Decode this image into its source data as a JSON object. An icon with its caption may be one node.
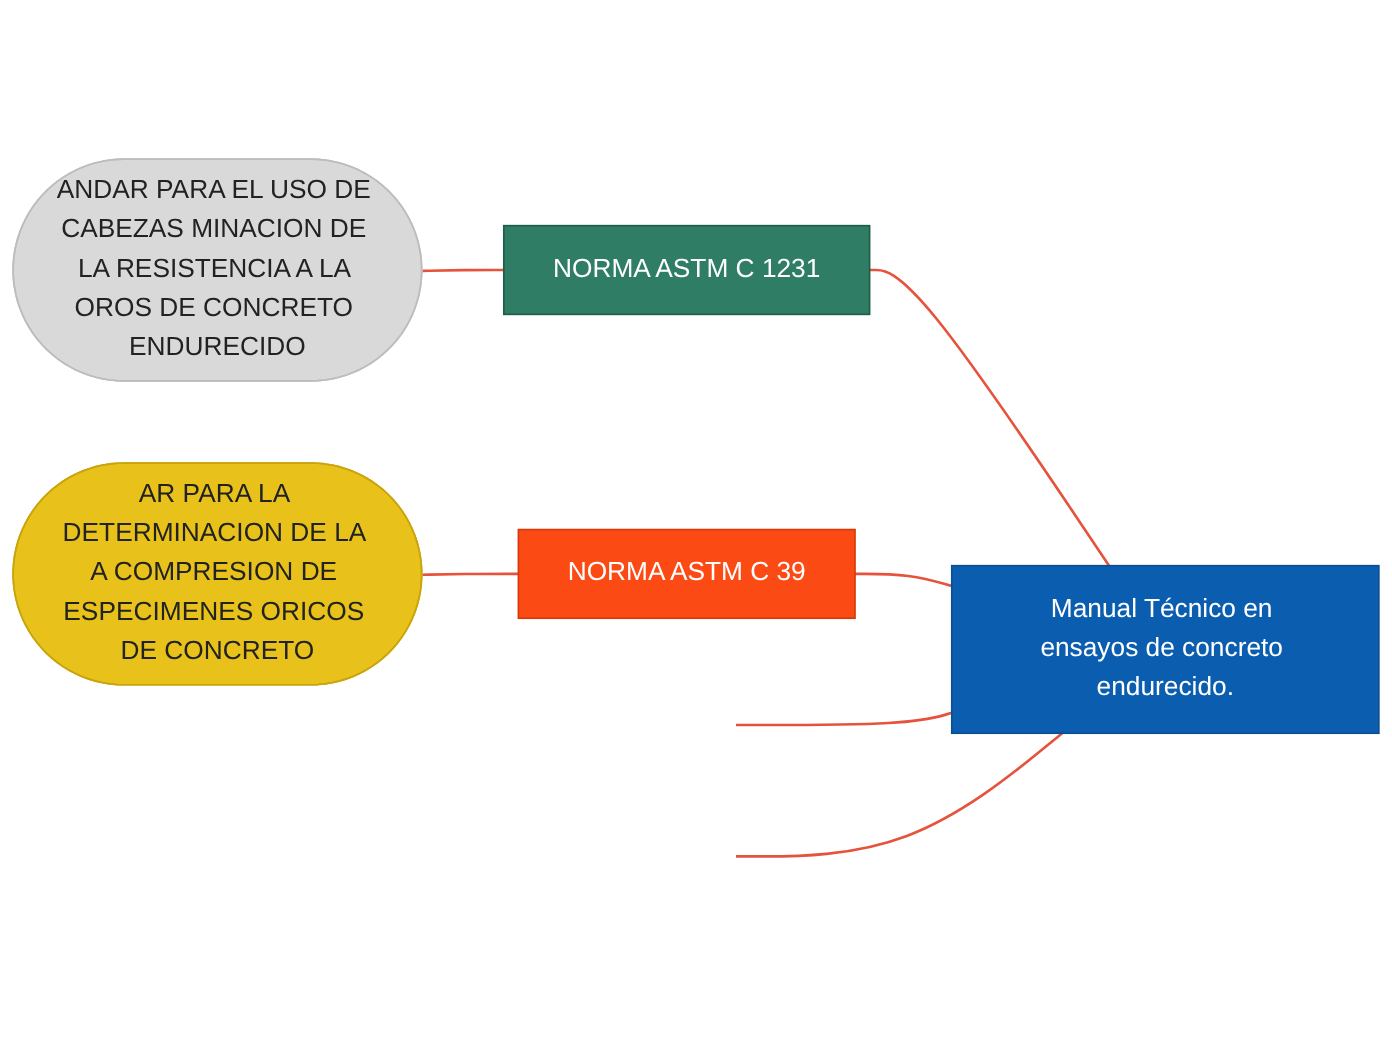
{
  "diagram": {
    "nodes": [
      {
        "text": [
          "Manual Técnico en ensayos de concreto endurecido."
        ]
      },
      {
        "text": [
          "NORMA ASTM C 1231"
        ]
      },
      {
        "text": [
          "ANDAR PARA EL USO DE CABEZAS MINACION DE LA RESISTENCIA A LA OROS DE CONCRETO ENDURECIDO"
        ]
      },
      {
        "text": [
          "NORMA ASTM C 39"
        ]
      },
      {
        "text": [
          "AR PARA LA DETERMINACION DE LA A COMPRESION DE ESPECIMENES ORICOS DE CONCRETO"
        ]
      }
    ],
    "edges": [
      {
        "from": 0,
        "to": null,
        "arrow": "none"
      },
      {
        "from": 0,
        "to": 1,
        "arrow": "none"
      },
      {
        "from": 1,
        "to": 2,
        "arrow": "none"
      },
      {
        "from": 0,
        "to": 3,
        "arrow": "none"
      },
      {
        "from": 3,
        "to": 4,
        "arrow": "none"
      },
      {
        "from": 0,
        "to": null,
        "arrow": "none"
      }
    ]
  }
}
